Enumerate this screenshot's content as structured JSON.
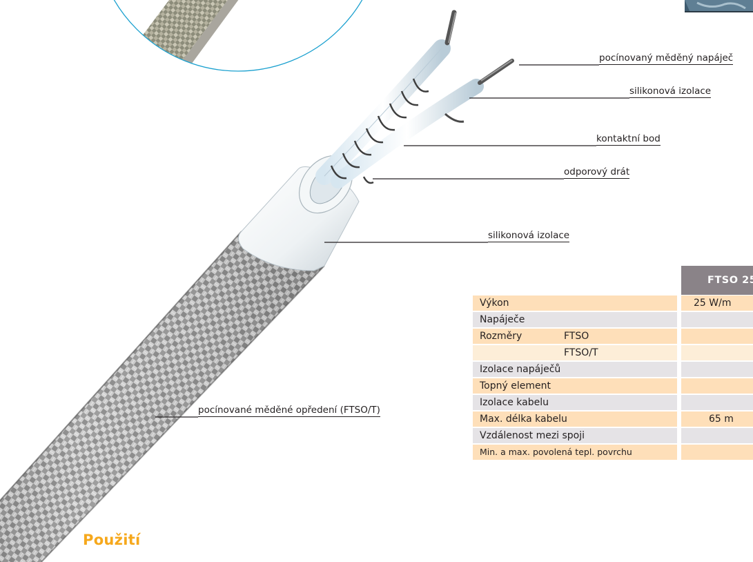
{
  "callouts": {
    "tinned_copper_conductor": "pocínovaný měděný napáječ",
    "silicone_insulation_inner": "silikonová izolace",
    "contact_point": "kontaktní bod",
    "resistance_wire": "odporový drát",
    "silicone_insulation_outer": "silikonová izolace",
    "tinned_copper_braid": "pocínované měděné opředení (FTSO/T)"
  },
  "spec_table": {
    "header": "FTSO 25",
    "rows": [
      {
        "label": "Výkon",
        "sub": "",
        "value": "25 W/m",
        "color": "peach"
      },
      {
        "label": "Napáječe",
        "sub": "",
        "value": "",
        "color": "grey"
      },
      {
        "label": "Rozměry",
        "sub": "FTSO",
        "value": "",
        "color": "peach"
      },
      {
        "label": "",
        "sub": "FTSO/T",
        "value": "",
        "color": "cream"
      },
      {
        "label": "Izolace napáječů",
        "sub": "",
        "value": "",
        "color": "grey"
      },
      {
        "label": "Topný element",
        "sub": "",
        "value": "",
        "color": "peach"
      },
      {
        "label": "Izolace kabelu",
        "sub": "",
        "value": "",
        "color": "grey"
      },
      {
        "label": "Max. délka kabelu",
        "sub": "",
        "value": "65 m",
        "color": "peach"
      },
      {
        "label": "Vzdálenost mezi spoji",
        "sub": "",
        "value": "",
        "color": "grey"
      },
      {
        "label": "Min. a max. povolená tepl. povrchu",
        "sub": "",
        "value": "",
        "color": "peach"
      }
    ]
  },
  "section": {
    "title": "Použití"
  },
  "colors": {
    "accent_orange": "#f6a81c",
    "header_grey": "#8a8388",
    "row_peach": "#fedfb9",
    "row_grey": "#e5e3e6",
    "circle_blue": "#1aa0cf"
  }
}
